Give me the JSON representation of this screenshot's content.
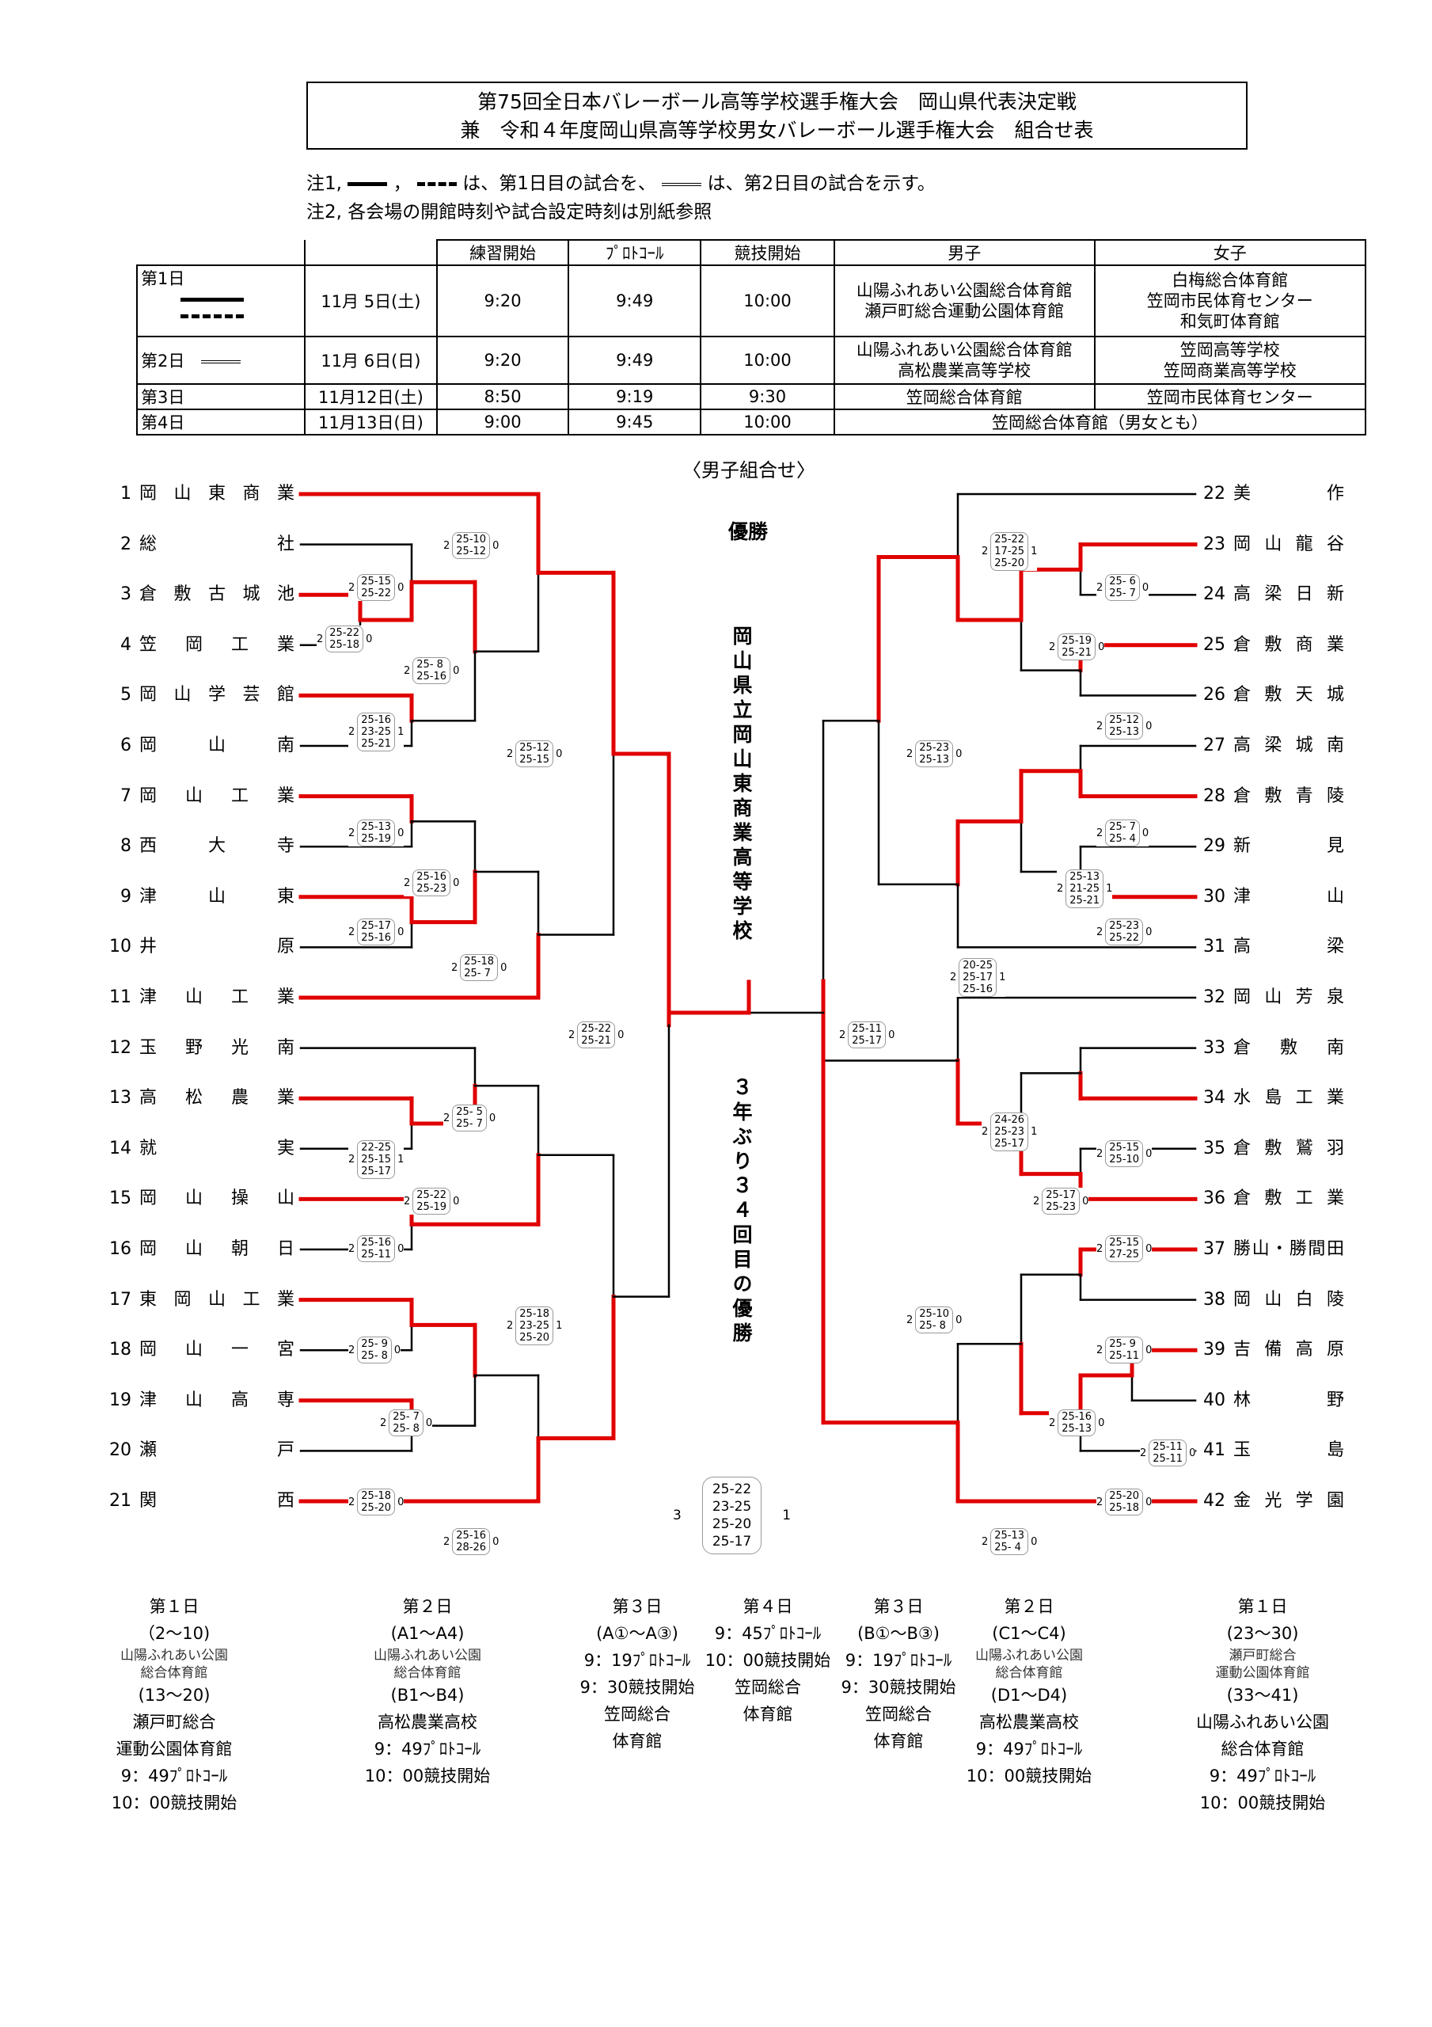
{
  "title": {
    "line1": "第75回全日本バレーボール高等学校選手権大会　岡山県代表決定戦",
    "line2": "兼　令和４年度岡山県高等学校男女バレーボール選手権大会　組合せ表"
  },
  "notes": {
    "note1_a": "注1,",
    "note1_b": "は、第1日目の試合を、",
    "note1_c": "は、第2日目の試合を示す。",
    "note2": "注2, 各会場の開館時刻や試合設定時刻は別紙参照"
  },
  "schedule": {
    "headers": [
      "練習開始",
      "ﾌﾟﾛﾄｺｰﾙ",
      "競技開始",
      "男子",
      "女子"
    ],
    "rows": [
      {
        "day": "第1日",
        "date": "11月 5日(土)",
        "practice": "9:20",
        "protocol": "9:49",
        "start": "10:00",
        "men": "山陽ふれあい公園総合体育館\n瀬戸町総合運動公園体育館",
        "women": "白梅総合体育館\n笠岡市民体育センター\n和気町体育館"
      },
      {
        "day": "第2日",
        "date": "11月 6日(日)",
        "practice": "9:20",
        "protocol": "9:49",
        "start": "10:00",
        "men": "山陽ふれあい公園総合体育館\n高松農業高等学校",
        "women": "笠岡高等学校\n笠岡商業高等学校"
      },
      {
        "day": "第3日",
        "date": "11月12日(土)",
        "practice": "8:50",
        "protocol": "9:19",
        "start": "9:30",
        "men": "笠岡総合体育館",
        "women": "笠岡市民体育センター"
      },
      {
        "day": "第4日",
        "date": "11月13日(日)",
        "practice": "9:00",
        "protocol": "9:45",
        "start": "10:00",
        "both": "笠岡総合体育館（男女とも）"
      }
    ]
  },
  "section_title": "〈男子組合せ〉",
  "champion_label": "優勝",
  "winner": "岡山県立岡山東商業高等学校",
  "winner_note": "３年ぶり３４回目の優勝",
  "teams_left": [
    {
      "n": "1",
      "name": "岡山東商業"
    },
    {
      "n": "2",
      "name": "総社"
    },
    {
      "n": "3",
      "name": "倉敷古城池"
    },
    {
      "n": "4",
      "name": "笠岡工業"
    },
    {
      "n": "5",
      "name": "岡山学芸館"
    },
    {
      "n": "6",
      "name": "岡山南"
    },
    {
      "n": "7",
      "name": "岡山工業"
    },
    {
      "n": "8",
      "name": "西大寺"
    },
    {
      "n": "9",
      "name": "津山東"
    },
    {
      "n": "10",
      "name": "井原"
    },
    {
      "n": "11",
      "name": "津山工業"
    },
    {
      "n": "12",
      "name": "玉野光南"
    },
    {
      "n": "13",
      "name": "高松農業"
    },
    {
      "n": "14",
      "name": "就実"
    },
    {
      "n": "15",
      "name": "岡山操山"
    },
    {
      "n": "16",
      "name": "岡山朝日"
    },
    {
      "n": "17",
      "name": "東岡山工業"
    },
    {
      "n": "18",
      "name": "岡山一宮"
    },
    {
      "n": "19",
      "name": "津山高専"
    },
    {
      "n": "20",
      "name": "瀬戸"
    },
    {
      "n": "21",
      "name": "関西"
    }
  ],
  "teams_right": [
    {
      "n": "22",
      "name": "美作"
    },
    {
      "n": "23",
      "name": "岡山龍谷"
    },
    {
      "n": "24",
      "name": "高梁日新"
    },
    {
      "n": "25",
      "name": "倉敷商業"
    },
    {
      "n": "26",
      "name": "倉敷天城"
    },
    {
      "n": "27",
      "name": "高梁城南"
    },
    {
      "n": "28",
      "name": "倉敷青陵"
    },
    {
      "n": "29",
      "name": "新見"
    },
    {
      "n": "30",
      "name": "津山"
    },
    {
      "n": "31",
      "name": "高梁"
    },
    {
      "n": "32",
      "name": "岡山芳泉"
    },
    {
      "n": "33",
      "name": "倉敷南"
    },
    {
      "n": "34",
      "name": "水島工業"
    },
    {
      "n": "35",
      "name": "倉敷鷲羽"
    },
    {
      "n": "36",
      "name": "倉敷工業"
    },
    {
      "n": "37",
      "name": "勝山・勝間田"
    },
    {
      "n": "38",
      "name": "岡山白陵"
    },
    {
      "n": "39",
      "name": "吉備高原"
    },
    {
      "n": "40",
      "name": "林野"
    },
    {
      "n": "41",
      "name": "玉島"
    },
    {
      "n": "42",
      "name": "金光学園"
    }
  ],
  "scores": {
    "s1": "2|25-10\n25-12|0",
    "s2": "2|25-15\n25-22|0",
    "s3": "2|25-22\n25-18|0",
    "s4": "2|25- 8\n25-16|0",
    "s5": "2|25-16\n23-25\n25-21|1",
    "s6": "2|25-12\n25-15|0",
    "s7": "2|25-13\n25-19|0",
    "s8": "2|25-16\n25-23|0",
    "s9": "2|25-17\n25-16|0",
    "s10": "2|25-18\n25- 7|0",
    "s11": "2|25-22\n25-21|0",
    "s12": "2|25- 5\n25- 7|0",
    "s13": "2|22-25\n25-15\n25-17|1",
    "s14": "2|25-22\n25-19|0",
    "s15": "2|25-16\n25-11|0",
    "s16": "2|25-18\n23-25\n25-20|1",
    "s17": "2|25- 9\n25- 8|0",
    "s18": "2|25- 7\n25- 8|0",
    "s19": "2|25-18\n25-20|0",
    "s20": "2|25-16\n28-26|0",
    "final": "3|25-22\n23-25\n25-20\n25-17|1",
    "r1": "2|25-22\n17-25\n25-20|1",
    "r2": "2|25- 6\n25- 7|0",
    "r3": "2|25-19\n25-21|0",
    "r4": "2|25-12\n25-13|0",
    "r5": "2|25-23\n25-13|0",
    "r6": "2|25- 7\n25- 4|0",
    "r7": "2|25-13\n21-25\n25-21|1",
    "r8": "2|25-23\n25-22|0",
    "r9": "2|20-25\n25-17\n25-16|1",
    "r10": "2|25-11\n25-17|0",
    "r11": "2|24-26\n25-23\n25-17|1",
    "r12": "2|25-15\n25-10|0",
    "r13": "2|25-17\n25-23|0",
    "r14": "2|25-15\n27-25|0",
    "r15": "2|25-10\n25- 8|0",
    "r16": "2|25- 9\n25-11|0",
    "r17": "2|25-16\n25-13|0",
    "r18": "2|25-11\n25-11|0",
    "r19": "2|25-20\n25-18|0",
    "r20": "2|25-13\n25- 4|0"
  },
  "footer": [
    {
      "day": "第１日",
      "range": "（2～10)",
      "venue": "山陽ふれあい公園\n総合体育館",
      "range2": "(13～20)",
      "venue2": "瀬戸町総合\n運動公園体育館",
      "t1": "9：49ﾌﾟﾛﾄｺｰﾙ",
      "t2": "10：00競技開始"
    },
    {
      "day": "第２日",
      "range": "(A1～A4)",
      "venue": "山陽ふれあい公園\n総合体育館",
      "range2": "(B1～B4)",
      "venue2": "高松農業高校",
      "t1": "9：49ﾌﾟﾛﾄｺｰﾙ",
      "t2": "10：00競技開始"
    },
    {
      "day": "第３日",
      "range": "(A①～A③)",
      "venue": "9：19ﾌﾟﾛﾄｺｰﾙ\n9：30競技開始",
      "venue2": "笠岡総合\n体育館"
    },
    {
      "day": "第４日",
      "range": "",
      "venue": "9：45ﾌﾟﾛﾄｺｰﾙ\n10：00競技開始",
      "venue2": "笠岡総合\n体育館"
    },
    {
      "day": "第３日",
      "range": "(B①～B③)",
      "venue": "9：19ﾌﾟﾛﾄｺｰﾙ\n9：30競技開始",
      "venue2": "笠岡総合\n体育館"
    },
    {
      "day": "第２日",
      "range": "(C1～C4)",
      "venue": "山陽ふれあい公園\n総合体育館",
      "range2": "(D1～D4)",
      "venue2": "高松農業高校",
      "t1": "9：49ﾌﾟﾛﾄｺｰﾙ",
      "t2": "10：00競技開始"
    },
    {
      "day": "第１日",
      "range": "(23～30)",
      "venue": "瀬戸町総合\n運動公園体育館",
      "range2": "(33～41)",
      "venue2": "山陽ふれあい公園\n総合体育館",
      "t1": "9：49ﾌﾟﾛﾄｺｰﾙ",
      "t2": "10：00競技開始"
    }
  ],
  "colors": {
    "win": "#e00000",
    "line": "#000000"
  }
}
